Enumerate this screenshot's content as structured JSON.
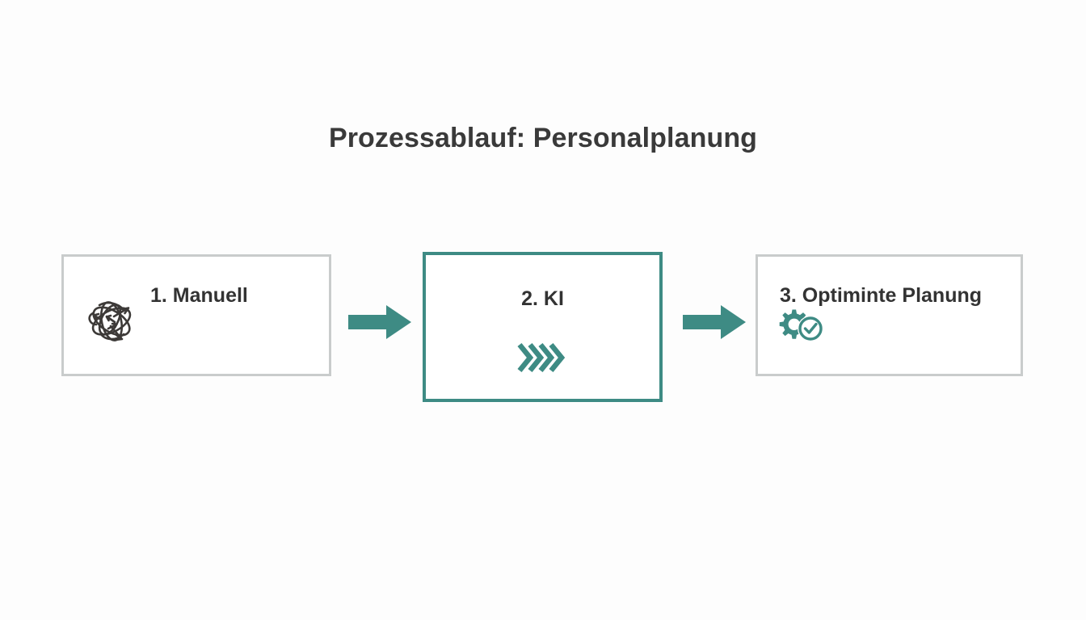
{
  "slide": {
    "title": "Prozessablauf: Personalplanung",
    "background_color": "#fdfdfd",
    "title_color": "#3a3a3a"
  },
  "theme": {
    "accent_color": "#3e8b84",
    "neutral_border_color": "#c9cccc",
    "text_color": "#333333",
    "icon_dark_color": "#3d3a38"
  },
  "flow": {
    "steps": [
      {
        "id": "step-1",
        "label": "1. Manuell",
        "icon": "tangled-knot-icon",
        "icon_color": "#3d3a38",
        "border_color": "#c9cccc",
        "emphasis": "normal"
      },
      {
        "id": "step-2",
        "label": "2. KI",
        "icon": "chevrons-right-icon",
        "icon_color": "#3e8b84",
        "border_color": "#3e8b84",
        "emphasis": "highlighted"
      },
      {
        "id": "step-3",
        "label": "3. Optiminte Planung",
        "icon": "gear-check-icon",
        "icon_color": "#3e8b84",
        "border_color": "#c9cccc",
        "emphasis": "normal"
      }
    ],
    "connectors": [
      {
        "id": "connector-1",
        "icon": "arrow-right-icon",
        "color": "#3e8b84",
        "from": "step-1",
        "to": "step-2"
      },
      {
        "id": "connector-2",
        "icon": "arrow-right-icon",
        "color": "#3e8b84",
        "from": "step-2",
        "to": "step-3"
      }
    ]
  }
}
